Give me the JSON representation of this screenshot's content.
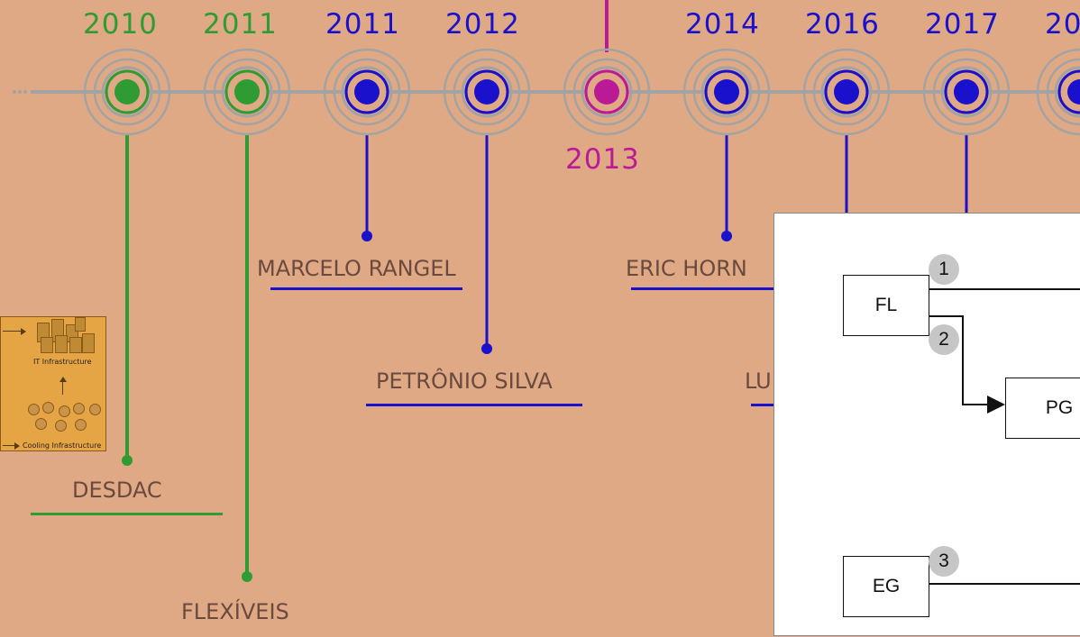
{
  "timeline": {
    "colors": {
      "green": "#2e9c33",
      "blue": "#1a11cc",
      "magenta": "#bb1a96",
      "ring": "#a3a3a3",
      "axis": "#a3a3a3"
    },
    "milestones": [
      {
        "year": "2010",
        "color": "green",
        "name": "DESDAC"
      },
      {
        "year": "2011",
        "color": "green",
        "name": "FLEXÍVEIS"
      },
      {
        "year": "2011",
        "color": "blue",
        "name": "MARCELO RANGEL"
      },
      {
        "year": "2012",
        "color": "blue",
        "name": "PETRÔNIO SILVA"
      },
      {
        "year": "2013",
        "color": "magenta",
        "name": ""
      },
      {
        "year": "2014",
        "color": "blue",
        "name": "ERIC HORN"
      },
      {
        "year": "2016",
        "color": "blue",
        "name": "LU"
      },
      {
        "year": "2017",
        "color": "blue",
        "name": ""
      },
      {
        "year": "20",
        "color": "blue",
        "name": ""
      }
    ]
  },
  "thumbnail": {
    "it_label": "IT Infrastructure",
    "cooling_label": "Cooling Infrastructure"
  },
  "flow_panel": {
    "boxes": [
      {
        "id": "fl",
        "label": "FL"
      },
      {
        "id": "pg",
        "label": "PG"
      },
      {
        "id": "eg",
        "label": "EG"
      }
    ],
    "steps": [
      "1",
      "2",
      "3"
    ]
  }
}
